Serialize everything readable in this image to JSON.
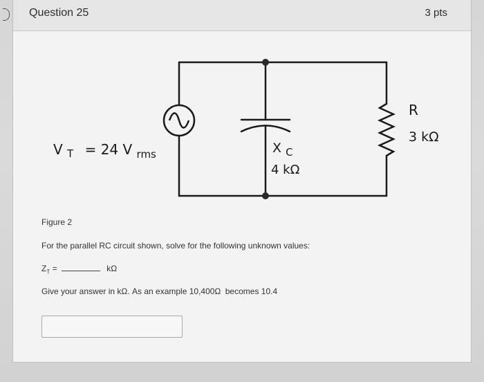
{
  "header": {
    "title": "Question 25",
    "points": "3 pts"
  },
  "circuit": {
    "source_label_main": "V",
    "source_label_sub": "T",
    "source_value_main": "= 24 V",
    "source_value_sub": "rms",
    "capacitor_label_main": "X",
    "capacitor_label_sub": "C",
    "capacitor_value": "4 kΩ",
    "resistor_label": "R",
    "resistor_value": "3 kΩ"
  },
  "body": {
    "figure_caption": "Figure 2",
    "question_text": "For the parallel RC circuit shown, solve for the following unknown values:",
    "zt_label": "Z",
    "zt_sub": "T",
    "zt_equals": "=",
    "zt_unit": "kΩ",
    "instruction": "Give your answer in kΩ. As an example 10,400Ω",
    "instruction_example": "becomes 10.4"
  },
  "answer": {
    "value": "",
    "placeholder": ""
  }
}
